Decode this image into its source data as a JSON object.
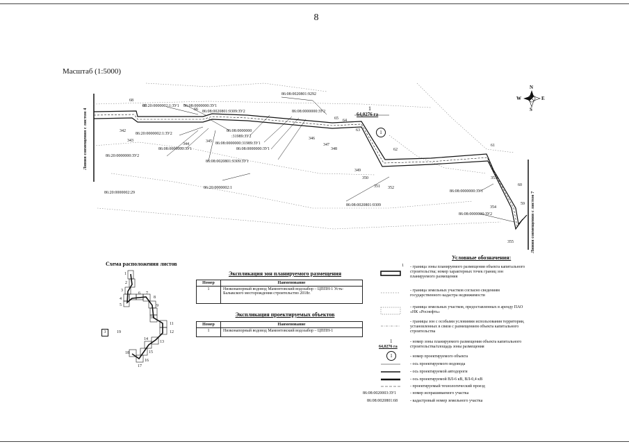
{
  "page": {
    "number": "8",
    "scale_label": "Масштаб (1:5000)"
  },
  "edges": {
    "left": "Линия совмещения с листом 4",
    "right": "Линия совмещения с листом 7"
  },
  "compass": {
    "n": "N",
    "s": "S",
    "e": "E",
    "w": "W"
  },
  "zone": {
    "number": "1",
    "area": "64,0276 га",
    "object_number": "1"
  },
  "point_labels": {
    "p68": "68",
    "p67": "67",
    "p66": "66",
    "p65": "65",
    "p64": "64",
    "p63": "63",
    "p62": "62",
    "p61": "61",
    "p60": "60",
    "p59": "59",
    "p342": "342",
    "p343": "343",
    "p344": "344",
    "p345": "345",
    "p346": "346",
    "p347": "347",
    "p348": "348",
    "p349": "349",
    "p350": "350",
    "p351": "351",
    "p352": "352",
    "p353": "353",
    "p354": "354",
    "p355": "355"
  },
  "parcels": {
    "c1": "86:08:0020801:9292",
    "c2": "86:20:0000002:1:ЗУ1",
    "c3": "86:08:0000000:ЗУ1",
    "c4": "86:08:0020801:9309:ЗУ2",
    "c5": "86:08:0000000:ЗУ2",
    "c6": "86:20:0000002:1:ЗУ2",
    "c7": "86:08:0000000",
    "c8": ":31989:ЗУ2",
    "c9": "86:08:0000000:31989:ЗУ1",
    "c10": "86:08:0000000:ЗУ1",
    "c11": "86:20:0000000:ЗУ2",
    "c12": "86:08:0020801:9309:ЗУ1",
    "c13": "86:20:0000002:29",
    "c14": "86:20:0000002:1",
    "c15": "86:08:0020801:9309",
    "c16": "86:08:0000000:ЗУ1",
    "c17": "86:08:0000000:ЗУ2",
    "c18": "86:08:0000000:ЗУ1"
  },
  "schema": {
    "title": "Схема расположения листов",
    "sheets": [
      "1",
      "2",
      "3",
      "4",
      "5",
      "6",
      "7",
      "8",
      "9",
      "10",
      "11",
      "12",
      "13",
      "14",
      "15",
      "16",
      "17",
      "18"
    ],
    "extra": "19"
  },
  "table_zones": {
    "title": "Экспликация зон планируемого размещения",
    "headers": [
      "Номер",
      "Наименование"
    ],
    "rows": [
      {
        "num": "1",
        "name": "Низконапорный водовод Мамонтовский водозабор – ЦППН-1 Усть-Балыкского месторождения строительство 2018г."
      }
    ]
  },
  "table_objects": {
    "title": "Экспликация проектируемых объектов",
    "headers": [
      "Номер",
      "Наименование"
    ],
    "rows": [
      {
        "num": "1",
        "name": "Низконапорный водовод Мамонтовский водозабор – ЦППН-1"
      }
    ]
  },
  "legend": {
    "title": "Условные обозначения:",
    "items": [
      {
        "text": "- граница зоны планируемого размещения объекта капитального строительства; номер характерных точек границ зон планируемого размещения"
      },
      {
        "text": "- граница земельных участков согласно сведениям государственного кадастра недвижимости"
      },
      {
        "text": "- граница земельных участков, предоставленных в аренду ПАО «НК «Роснефть»"
      },
      {
        "text": "- границы зон с особыми условиями использования территории, установленных в связи с размещением объекта капитального строительства"
      },
      {
        "text": "- номер зоны планируемого размещения объекта капитального строительства/площадь зоны размещения"
      },
      {
        "text": "- номер проектируемого объекта"
      },
      {
        "text": "- ось проектируемого водовода"
      },
      {
        "text": "- ось проектируемой автодороги"
      },
      {
        "text": "- ось проектируемой ВЛ-6 кВ, ВЛ-0,4 кВ"
      },
      {
        "text": "- проектируемый технологический проезд"
      },
      {
        "text": "- номер испрашиваемого участка"
      },
      {
        "text": "- кадастровый номер земельного участка"
      }
    ],
    "sample_zone_num": "1",
    "sample_zone_area": "64,0276 га",
    "sample_obj": "1",
    "sample_parcel_req": "86:08:0020003:ЗУ1",
    "sample_parcel_cad": "86:08:0020801:68"
  }
}
